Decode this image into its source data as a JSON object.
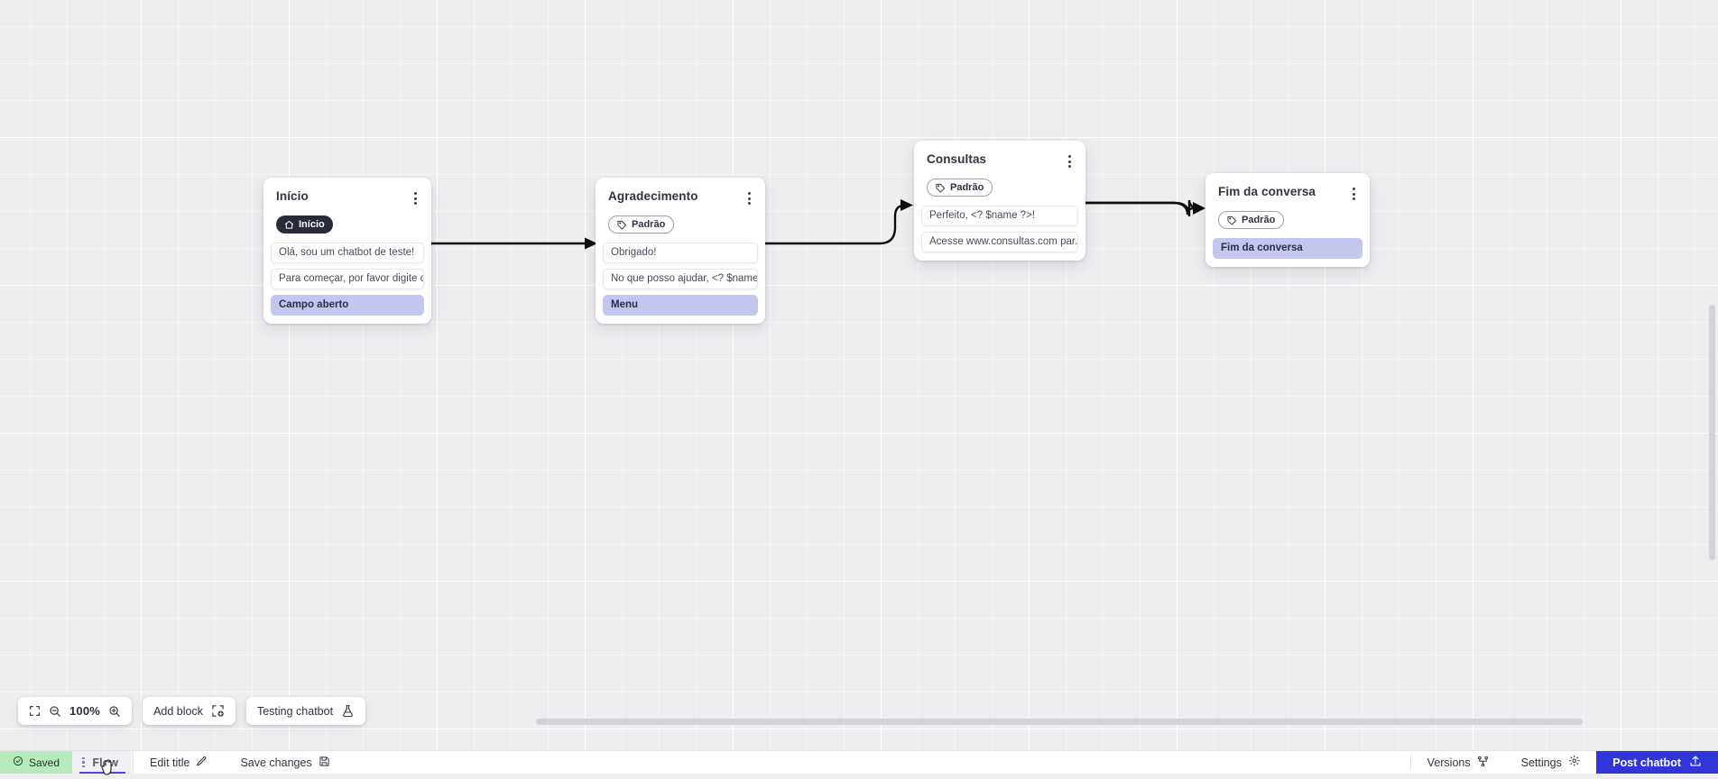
{
  "canvas": {
    "zoom_level": "100%",
    "grid": "dotted-grid"
  },
  "nodes": [
    {
      "id": "inicio",
      "title": "Início",
      "badge": {
        "label": "Início",
        "style": "dark",
        "icon": "home-icon"
      },
      "rows": [
        {
          "text": "Olá, sou um chatbot de teste!",
          "style": "plain"
        },
        {
          "text": "Para começar, por favor digite o ...",
          "style": "plain"
        },
        {
          "text": "Campo aberto",
          "style": "accent"
        }
      ]
    },
    {
      "id": "agradecimento",
      "title": "Agradecimento",
      "badge": {
        "label": "Padrão",
        "style": "outline",
        "icon": "tag-icon"
      },
      "rows": [
        {
          "text": "Obrigado!",
          "style": "plain"
        },
        {
          "text": "No que posso ajudar, <? $name ...",
          "style": "plain"
        },
        {
          "text": "Menu",
          "style": "accent"
        }
      ]
    },
    {
      "id": "consultas",
      "title": "Consultas",
      "badge": {
        "label": "Padrão",
        "style": "outline",
        "icon": "tag-icon"
      },
      "rows": [
        {
          "text": "Perfeito, <? $name ?>!",
          "style": "plain"
        },
        {
          "text": "Acesse www.consultas.com par...",
          "style": "plain"
        }
      ]
    },
    {
      "id": "fim-da-conversa",
      "title": "Fim da conversa",
      "badge": {
        "label": "Padrão",
        "style": "outline",
        "icon": "tag-icon"
      },
      "rows": [
        {
          "text": "Fim da conversa",
          "style": "accent"
        }
      ]
    }
  ],
  "canvas_toolbar": {
    "fit_icon": "fit-screen-icon",
    "zoom_out_icon": "zoom-out-icon",
    "zoom_value": "100%",
    "zoom_in_icon": "zoom-in-icon",
    "add_block_label": "Add block",
    "add_block_icon": "add-block-icon",
    "testing_label": "Testing chatbot",
    "testing_icon": "flask-icon"
  },
  "bottom_bar": {
    "saved_label": "Saved",
    "saved_icon": "check-circle-icon",
    "saved_color": "#b6ebbc",
    "tab_label": "Flow",
    "tab_kebab_icon": "kebab-vertical-icon",
    "edit_title_label": "Edit title",
    "edit_title_icon": "pencil-icon",
    "save_changes_label": "Save changes",
    "save_changes_icon": "floppy-disk-icon",
    "versions_label": "Versions",
    "versions_icon": "branch-icon",
    "settings_label": "Settings",
    "settings_icon": "gear-icon",
    "post_label": "Post chatbot",
    "post_icon": "upload-icon",
    "post_color": "#2f35d6"
  }
}
